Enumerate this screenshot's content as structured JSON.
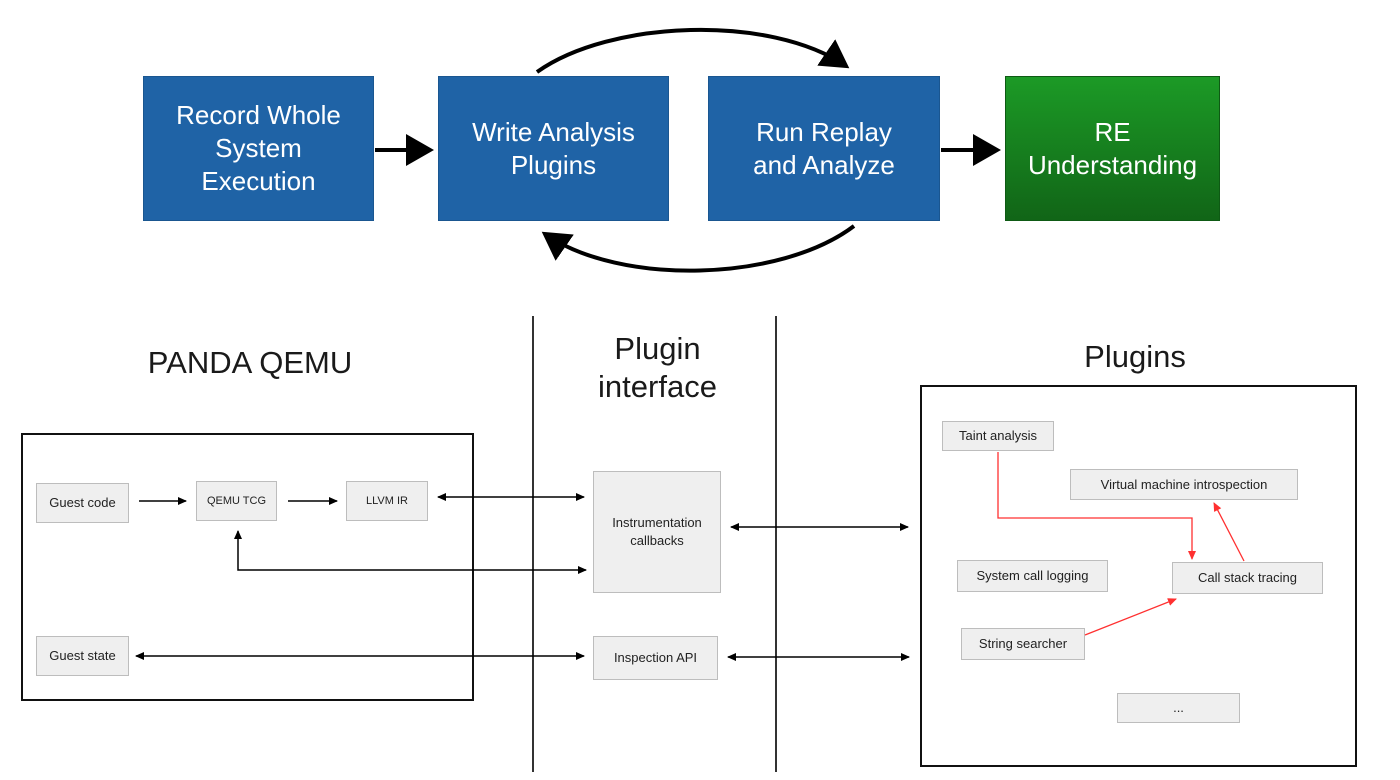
{
  "workflow": {
    "record": "Record Whole\nSystem\nExecution",
    "write": "Write Analysis\nPlugins",
    "replay": "Run Replay\nand Analyze",
    "understanding": "RE\nUnderstanding",
    "colors": {
      "step": "#1f63a6",
      "result": "#1a8a22"
    }
  },
  "sections": {
    "qemu_title": "PANDA QEMU",
    "interface_title": "Plugin\ninterface",
    "plugins_title": "Plugins"
  },
  "qemu": {
    "guest_code": "Guest code",
    "qemu_tcg": "QEMU TCG",
    "llvm_ir": "LLVM IR",
    "guest_state": "Guest state"
  },
  "interface": {
    "instrumentation": "Instrumentation\ncallbacks",
    "inspection_api": "Inspection API"
  },
  "plugins": {
    "taint": "Taint analysis",
    "vmi": "Virtual machine introspection",
    "syscall_logging": "System call logging",
    "call_stack": "Call stack tracing",
    "string_searcher": "String searcher",
    "more": "...",
    "dependency_color": "#ff3030"
  }
}
